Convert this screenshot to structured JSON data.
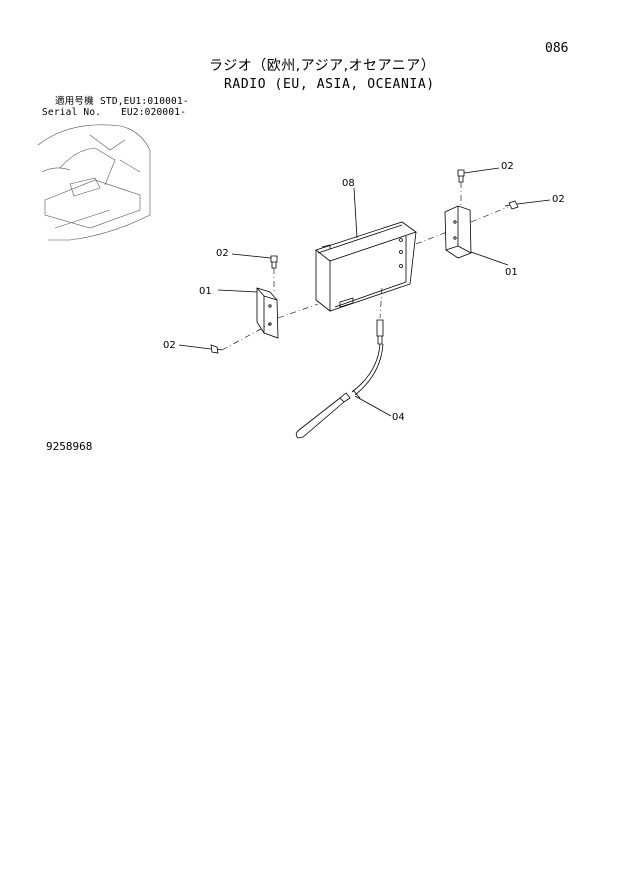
{
  "page": {
    "number": "086",
    "drawing_number": "9258968"
  },
  "title": {
    "japanese": "ラジオ（欧州,アジア,オセアニア）",
    "english": "RADIO (EU, ASIA, OCEANIA)"
  },
  "serial": {
    "label_japanese": "適用号機",
    "label_english": "Serial No.",
    "std_range": "STD,EU1:010001-",
    "eu2_range": "EU2:020001-"
  },
  "callouts": {
    "bracket_left": "01",
    "bracket_right": "01",
    "screw_left_upper": "02",
    "screw_left_lower": "02",
    "screw_right_upper": "02",
    "screw_right_lower": "02",
    "antenna": "04",
    "radio_box": "08"
  }
}
